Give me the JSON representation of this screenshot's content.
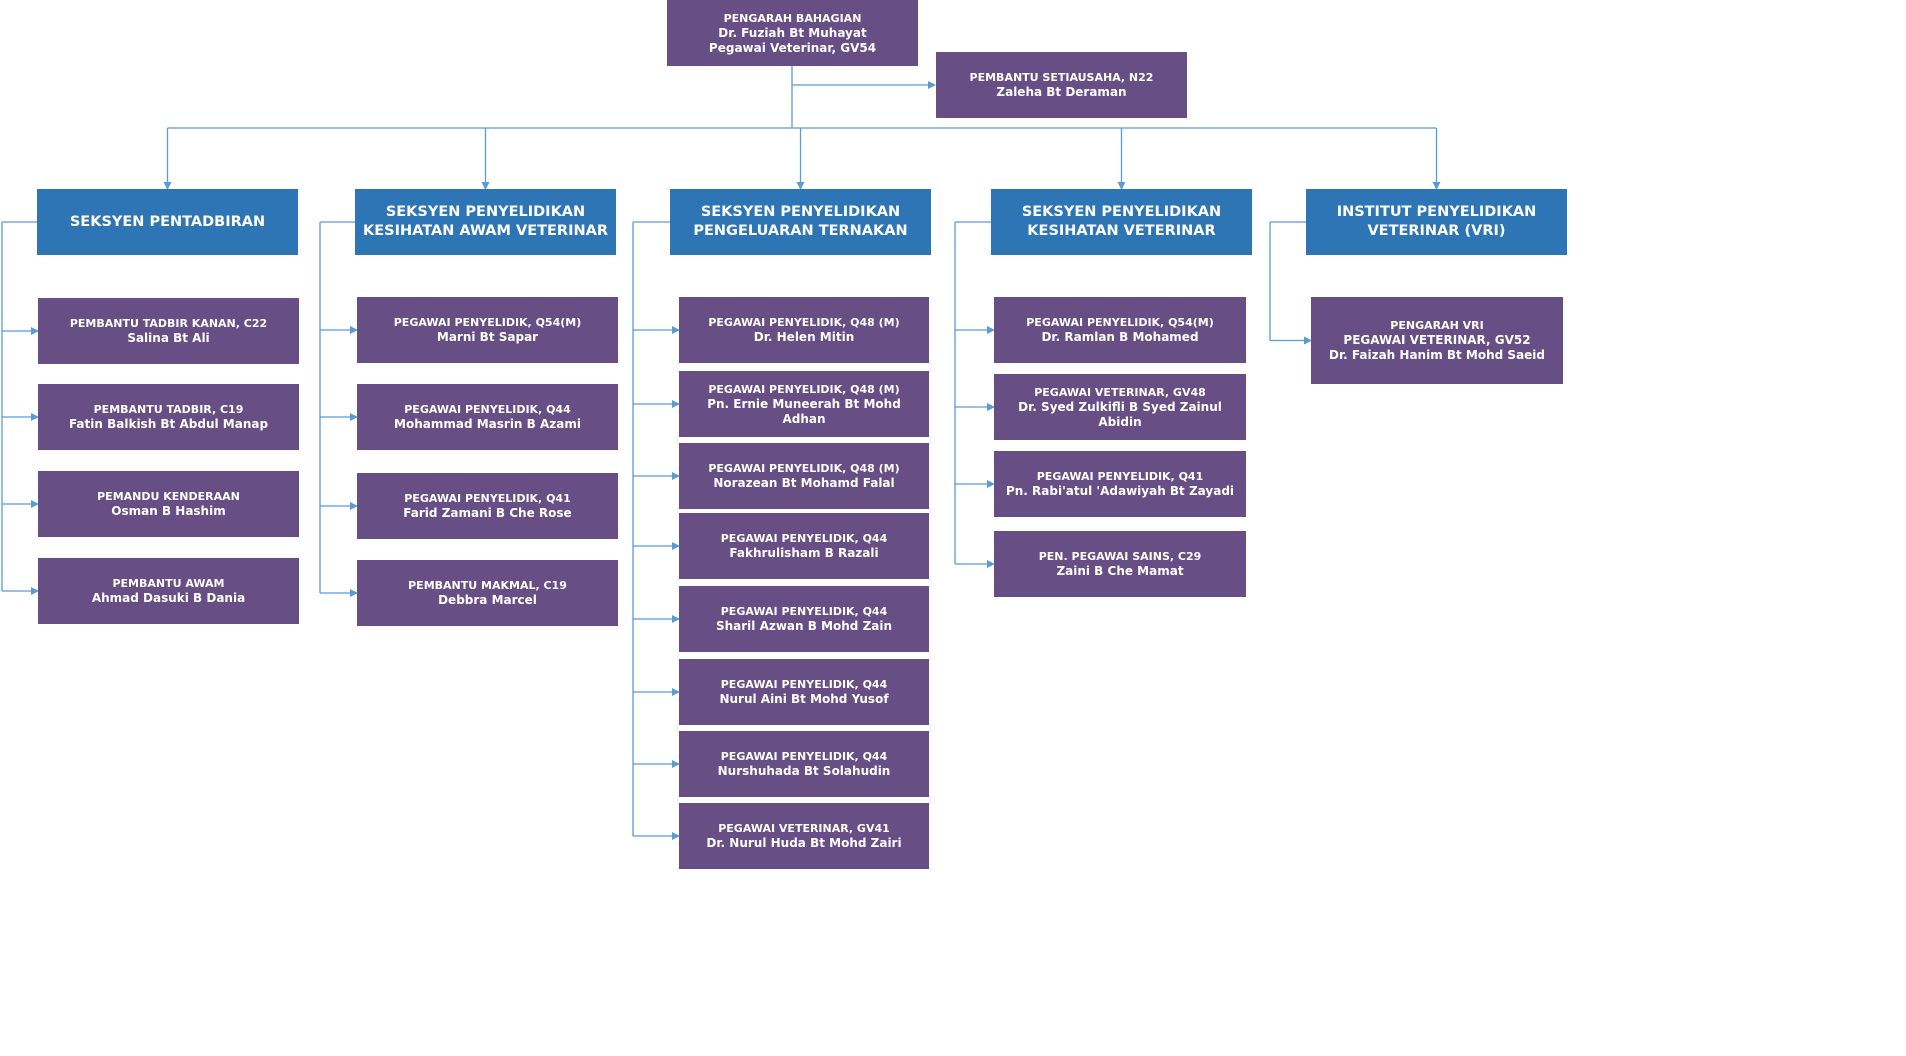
{
  "colors": {
    "section": "#2e75b6",
    "staff": "#674e84",
    "connector": "#5b9bd5"
  },
  "director": {
    "l1": "PENGARAH BAHAGIAN",
    "l2": "Dr. Fuziah Bt Muhayat",
    "l3": "Pegawai Veterinar, GV54"
  },
  "secretary": {
    "l1": "PEMBANTU SETIAUSAHA, N22",
    "l2": "Zaleha Bt Deraman"
  },
  "sections": [
    {
      "title": [
        "SEKSYEN PENTADBIRAN"
      ],
      "staff": [
        [
          "PEMBANTU TADBIR KANAN, C22",
          "Salina Bt Ali"
        ],
        [
          "PEMBANTU TADBIR, C19",
          "Fatin Balkish Bt Abdul Manap"
        ],
        [
          "PEMANDU KENDERAAN",
          "Osman B Hashim"
        ],
        [
          "PEMBANTU AWAM",
          "Ahmad Dasuki B Dania"
        ]
      ]
    },
    {
      "title": [
        "SEKSYEN PENYELIDIKAN",
        "KESIHATAN AWAM VETERINAR"
      ],
      "staff": [
        [
          "PEGAWAI PENYELIDIK, Q54(M)",
          "Marni Bt Sapar"
        ],
        [
          "PEGAWAI PENYELIDIK, Q44",
          "Mohammad Masrin B Azami"
        ],
        [
          "PEGAWAI PENYELIDIK, Q41",
          "Farid Zamani B Che Rose"
        ],
        [
          "PEMBANTU MAKMAL, C19",
          "Debbra Marcel"
        ]
      ]
    },
    {
      "title": [
        "SEKSYEN PENYELIDIKAN",
        "PENGELUARAN TERNAKAN"
      ],
      "staff": [
        [
          "PEGAWAI PENYELIDIK, Q48 (M)",
          "Dr. Helen Mitin"
        ],
        [
          "PEGAWAI PENYELIDIK, Q48 (M)",
          "Pn. Ernie Muneerah Bt Mohd",
          "Adhan"
        ],
        [
          "PEGAWAI PENYELIDIK, Q48 (M)",
          "Norazean Bt Mohamd Falal"
        ],
        [
          "PEGAWAI PENYELIDIK, Q44",
          "Fakhrulisham B Razali"
        ],
        [
          "PEGAWAI PENYELIDIK, Q44",
          "Sharil Azwan B Mohd Zain"
        ],
        [
          "PEGAWAI PENYELIDIK, Q44",
          "Nurul Aini Bt Mohd Yusof"
        ],
        [
          "PEGAWAI PENYELIDIK, Q44",
          "Nurshuhada Bt Solahudin"
        ],
        [
          "PEGAWAI VETERINAR, GV41",
          "Dr. Nurul Huda Bt Mohd Zairi"
        ]
      ]
    },
    {
      "title": [
        "SEKSYEN PENYELIDIKAN",
        "KESIHATAN VETERINAR"
      ],
      "staff": [
        [
          "PEGAWAI PENYELIDIK, Q54(M)",
          "Dr. Ramlan B Mohamed"
        ],
        [
          "PEGAWAI VETERINAR, GV48",
          "Dr. Syed Zulkifli B Syed Zainul",
          "Abidin"
        ],
        [
          "PEGAWAI PENYELIDIK, Q41",
          "Pn. Rabi'atul 'Adawiyah Bt Zayadi"
        ],
        [
          "PEN. PEGAWAI SAINS, C29",
          "Zaini B Che Mamat"
        ]
      ]
    },
    {
      "title": [
        "INSTITUT PENYELIDIKAN",
        "VETERINAR (VRI)"
      ],
      "staff": [
        [
          "PENGARAH VRI",
          "PEGAWAI VETERINAR, GV52",
          "Dr. Faizah Hanim Bt Mohd Saeid"
        ]
      ]
    }
  ]
}
